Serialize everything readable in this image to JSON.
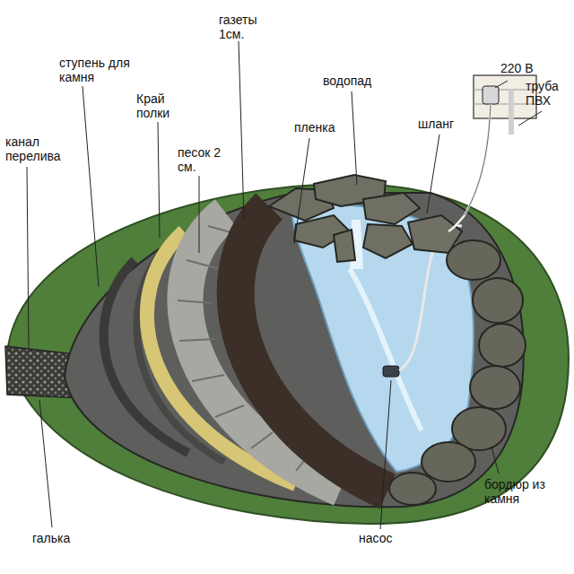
{
  "diagram": {
    "labels": [
      "канал перелива",
      "ступень для камня",
      "Край полки",
      "песок 2 см.",
      "газеты 1см.",
      "водопад",
      "пленка",
      "шланг",
      "220 В",
      "труба ПВХ",
      "бордюр из камня",
      "насос",
      "галька"
    ]
  }
}
